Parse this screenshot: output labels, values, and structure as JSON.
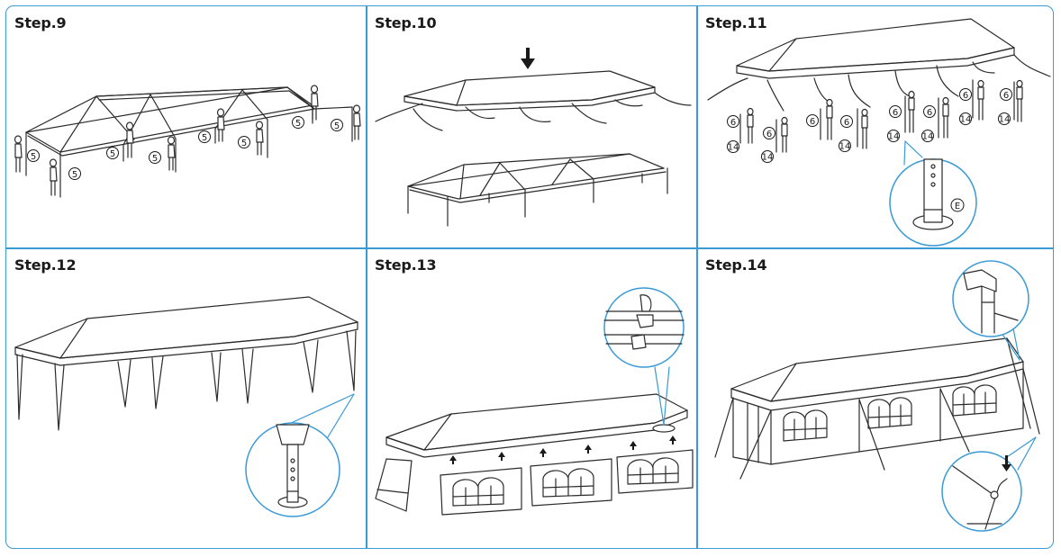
{
  "steps": [
    {
      "label": "Step.9"
    },
    {
      "label": "Step.10"
    },
    {
      "label": "Step.11"
    },
    {
      "label": "Step.12"
    },
    {
      "label": "Step.13"
    },
    {
      "label": "Step.14"
    }
  ],
  "callouts": {
    "part_5": "⑤",
    "part_6": "⑥",
    "part_14": "⑭",
    "part_E": "Ⓔ"
  },
  "colors": {
    "frame": "#3a9ad6",
    "line_art": "#2b2b2b",
    "label": "#1a1a1a"
  }
}
